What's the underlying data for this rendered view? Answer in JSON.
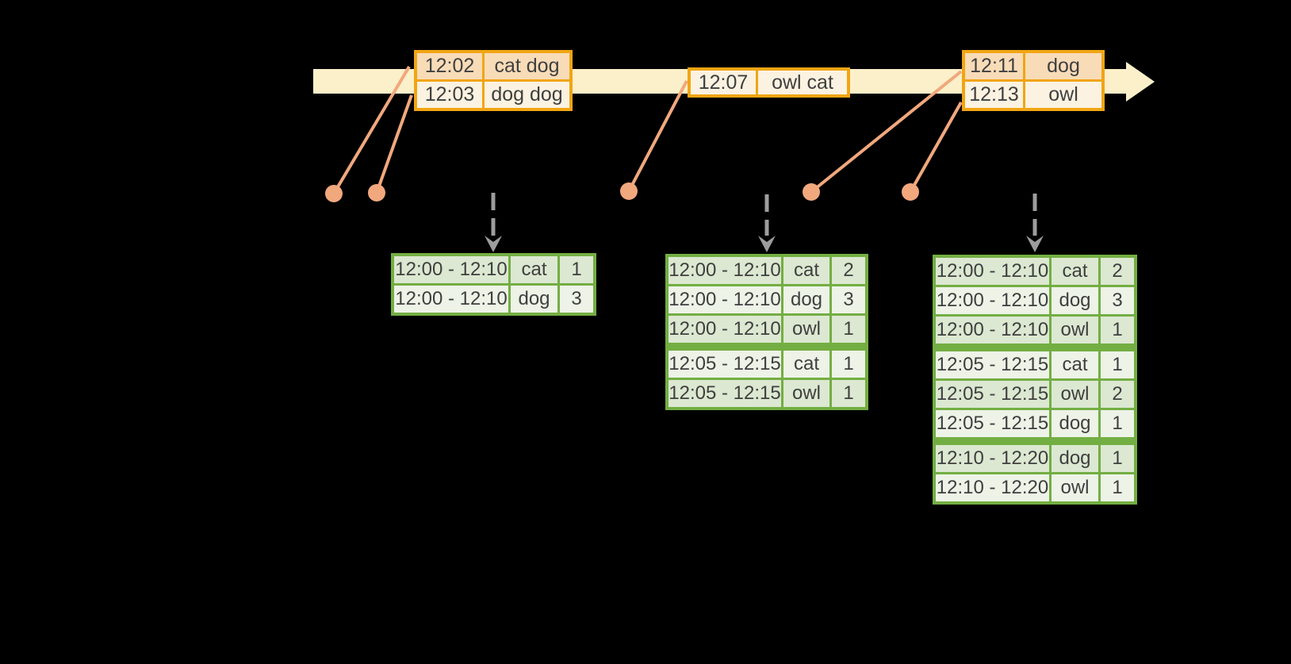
{
  "diagram": {
    "title": "windowed-word-count-stream-diagram",
    "colors": {
      "background": "#000000",
      "timeline_fill": "#FBF0C9",
      "event_table_border": "#F1A513",
      "event_row_dark": "#F8DCB8",
      "event_row_light": "#FCF2E1",
      "connector_orange": "#F1A87D",
      "result_table_border": "#73AE43",
      "result_row_dark": "#DCE8D1",
      "result_row_light": "#EDF3E7",
      "trigger_arrow_gray": "#9D9D9D",
      "text": "#3F3F3F"
    },
    "event_tables": [
      {
        "rows": [
          {
            "time": "12:02",
            "words": "cat dog"
          },
          {
            "time": "12:03",
            "words": "dog dog"
          }
        ]
      },
      {
        "rows": [
          {
            "time": "12:07",
            "words": "owl cat"
          }
        ]
      },
      {
        "rows": [
          {
            "time": "12:11",
            "words": "dog"
          },
          {
            "time": "12:13",
            "words": "owl"
          }
        ]
      }
    ],
    "result_tables": [
      {
        "rows": [
          {
            "window": "12:00 - 12:10",
            "word": "cat",
            "count": "1"
          },
          {
            "window": "12:00 - 12:10",
            "word": "dog",
            "count": "3"
          }
        ],
        "group_breaks": []
      },
      {
        "rows": [
          {
            "window": "12:00 - 12:10",
            "word": "cat",
            "count": "2"
          },
          {
            "window": "12:00 - 12:10",
            "word": "dog",
            "count": "3"
          },
          {
            "window": "12:00 - 12:10",
            "word": "owl",
            "count": "1"
          },
          {
            "window": "12:05 - 12:15",
            "word": "cat",
            "count": "1"
          },
          {
            "window": "12:05 - 12:15",
            "word": "owl",
            "count": "1"
          }
        ],
        "group_breaks": [
          3
        ]
      },
      {
        "rows": [
          {
            "window": "12:00 - 12:10",
            "word": "cat",
            "count": "2"
          },
          {
            "window": "12:00 - 12:10",
            "word": "dog",
            "count": "3"
          },
          {
            "window": "12:00 - 12:10",
            "word": "owl",
            "count": "1"
          },
          {
            "window": "12:05 - 12:15",
            "word": "cat",
            "count": "1"
          },
          {
            "window": "12:05 - 12:15",
            "word": "owl",
            "count": "2"
          },
          {
            "window": "12:05 - 12:15",
            "word": "dog",
            "count": "1"
          },
          {
            "window": "12:10 - 12:20",
            "word": "dog",
            "count": "1"
          },
          {
            "window": "12:10 - 12:20",
            "word": "owl",
            "count": "1"
          }
        ],
        "group_breaks": [
          3,
          6
        ]
      }
    ]
  }
}
